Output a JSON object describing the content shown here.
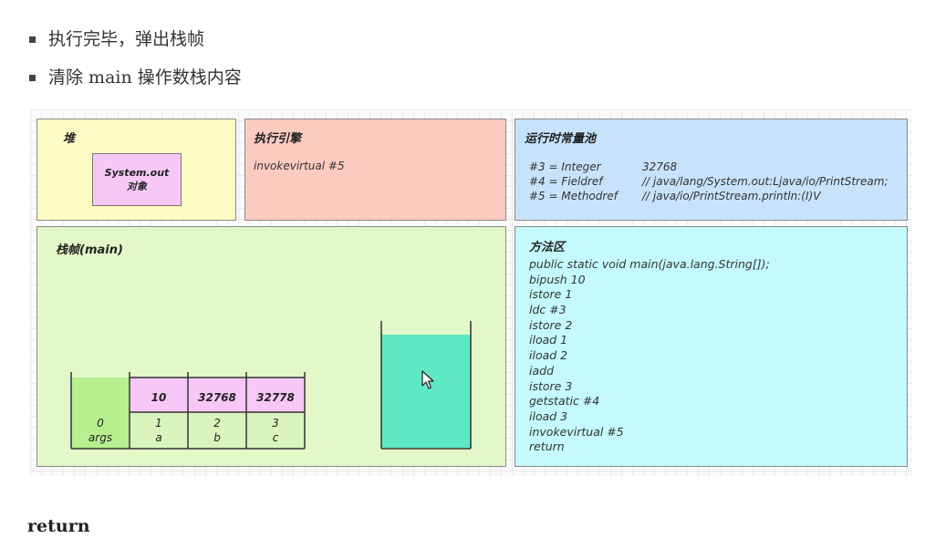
{
  "bullets": [
    {
      "prefix": "执行完毕，弹出栈帧",
      "code": "",
      "suffix": ""
    },
    {
      "prefix": "清除 ",
      "code": "main",
      "suffix": " 操作数栈内容"
    }
  ],
  "heap": {
    "title": "堆",
    "object_line1": "System.out",
    "object_line2": "对象"
  },
  "engine": {
    "title": "执行引擎",
    "instruction": "invokevirtual #5"
  },
  "constant_pool": {
    "title": "运行时常量池",
    "entries": [
      {
        "ref": "#3 = Integer",
        "value": "32768"
      },
      {
        "ref": "#4 = Fieldref",
        "value": "// java/lang/System.out:Ljava/io/PrintStream;"
      },
      {
        "ref": "#5 = Methodref",
        "value": "// java/io/PrintStream.println:(I)V"
      }
    ]
  },
  "frame": {
    "title": "栈帧(main)",
    "slots": [
      {
        "index": "0",
        "name": "args",
        "value": ""
      },
      {
        "index": "1",
        "name": "a",
        "value": "10"
      },
      {
        "index": "2",
        "name": "b",
        "value": "32768"
      },
      {
        "index": "3",
        "name": "c",
        "value": "32778"
      }
    ]
  },
  "method_area": {
    "title": "方法区",
    "code": [
      "public static void main(java.lang.String[]);",
      "bipush 10",
      "istore 1",
      "ldc #3",
      "istore 2",
      "iload 1",
      "iload 2",
      "iadd",
      "istore 3",
      "getstatic #4",
      "iload 3",
      "invokevirtual #5",
      "return"
    ]
  },
  "footer": {
    "label": "return"
  },
  "colors": {
    "heap_bg": "#fffbc5",
    "engine_bg": "#fccbc0",
    "pool_bg": "#c7e3fc",
    "frame_bg": "#e3f8c8",
    "method_bg": "#c4f9fd",
    "object_bg": "#f7c8f7",
    "slot_value_bg": "#f7c8f7",
    "slot_args_bg": "#b9f08f",
    "operand_stack_fill": "#5fe8c6"
  }
}
